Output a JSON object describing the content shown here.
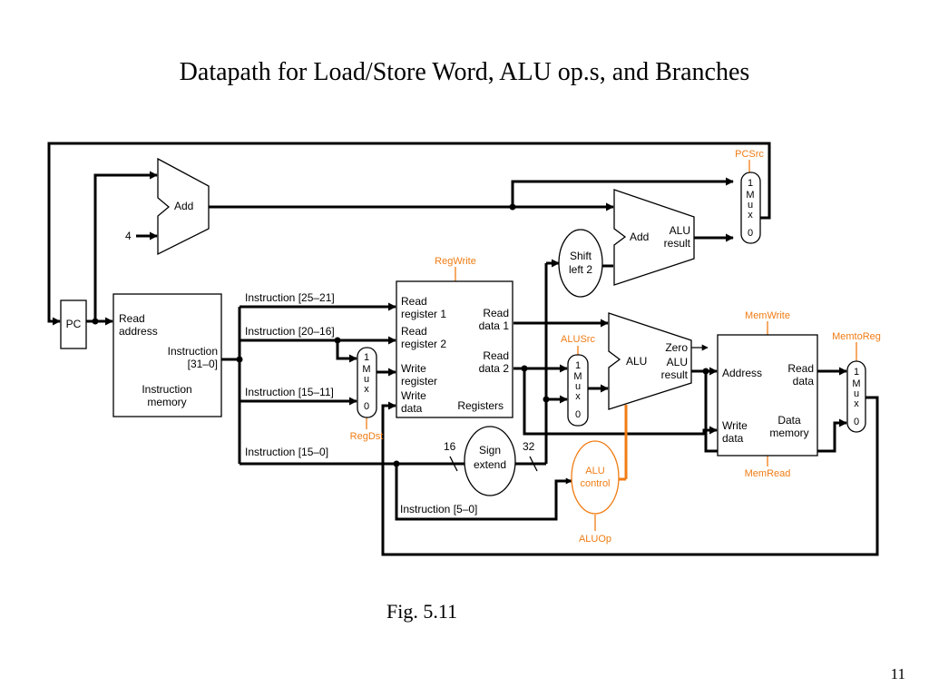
{
  "slide": {
    "title": "Datapath for Load/Store Word, ALU op.s, and Branches",
    "caption": "Fig. 5.11",
    "page_number": "11"
  },
  "diagram": {
    "pc": "PC",
    "pc_adder": "Add",
    "const_four": "4",
    "instr_mem": {
      "read": "Read",
      "address": "address",
      "instruction": "Instruction",
      "bits": "[31–0]",
      "title1": "Instruction",
      "title2": "memory"
    },
    "fields": {
      "rs": "Instruction [25–21]",
      "rt": "Instruction [20–16]",
      "rd": "Instruction [15–11]",
      "imm": "Instruction [15–0]",
      "funct": "Instruction [5–0]"
    },
    "registers": {
      "read_reg1_a": "Read",
      "read_reg1_b": "register 1",
      "read_reg2_a": "Read",
      "read_reg2_b": "register 2",
      "write_reg_a": "Write",
      "write_reg_b": "register",
      "write_data_a": "Write",
      "write_data_b": "data",
      "read_data1_a": "Read",
      "read_data1_b": "data 1",
      "read_data2_a": "Read",
      "read_data2_b": "data 2",
      "title": "Registers"
    },
    "mux": {
      "one": "1",
      "m": "M",
      "u": "u",
      "x": "x",
      "zero": "0"
    },
    "shift": {
      "line1": "Shift",
      "line2": "left 2"
    },
    "sign_extend": {
      "line1": "Sign",
      "line2": "extend",
      "in_width": "16",
      "out_width": "32"
    },
    "branch_adder": {
      "add": "Add",
      "alu": "ALU",
      "result": "result"
    },
    "main_alu": {
      "alu": "ALU",
      "zero": "Zero",
      "alu2": "ALU",
      "result": "result"
    },
    "alu_control": {
      "line1": "ALU",
      "line2": "control"
    },
    "data_mem": {
      "address": "Address",
      "read_a": "Read",
      "read_b": "data",
      "write_a": "Write",
      "write_b": "data",
      "title1": "Data",
      "title2": "memory"
    },
    "signals": {
      "pcsrc": "PCSrc",
      "regwrite": "RegWrite",
      "regdst": "RegDst",
      "alusrc": "ALUSrc",
      "memwrite": "MemWrite",
      "memtoreg": "MemtoReg",
      "memread": "MemRead",
      "aluop": "ALUOp"
    },
    "control_color": "#f07c14"
  }
}
